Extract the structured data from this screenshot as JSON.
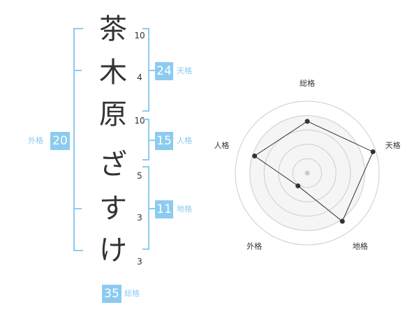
{
  "name": {
    "characters": [
      "茶",
      "木",
      "原",
      "ざ",
      "す",
      "け"
    ],
    "strokes": [
      "10",
      "4",
      "10",
      "5",
      "3",
      "3"
    ]
  },
  "grades": {
    "tenkaku": {
      "value": "24",
      "label": "天格"
    },
    "jinkaku": {
      "value": "15",
      "label": "人格"
    },
    "chikaku": {
      "value": "11",
      "label": "地格"
    },
    "gaikaku": {
      "value": "20",
      "label": "外格"
    },
    "soukaku": {
      "value": "35",
      "label": "総格"
    }
  },
  "chart_data": {
    "type": "radar",
    "axes": [
      "総格",
      "天格",
      "地格",
      "外格",
      "人格"
    ],
    "values": [
      0.72,
      0.96,
      0.83,
      0.22,
      0.77
    ],
    "scale": [
      0,
      1
    ],
    "rings": 5,
    "fill_color": "#f0f0f0",
    "line_color": "#333333",
    "ring_color": "#cccccc"
  },
  "colors": {
    "accent": "#8ccbf0",
    "text": "#333333"
  }
}
